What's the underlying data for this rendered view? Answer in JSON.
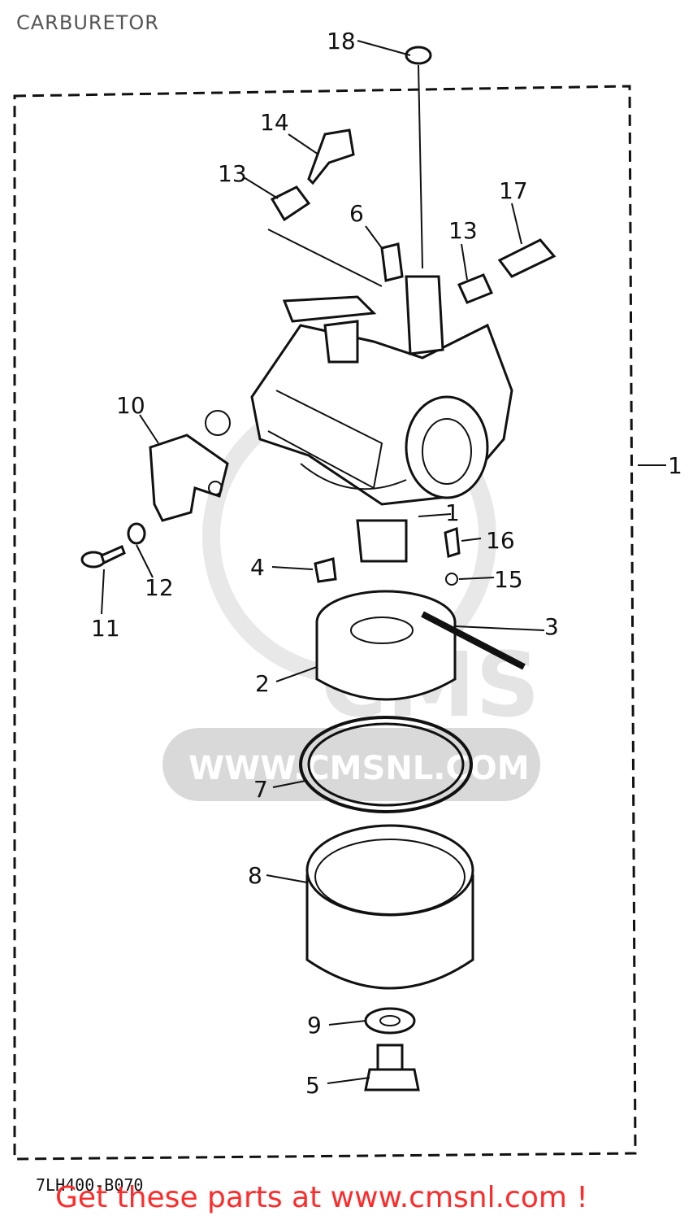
{
  "title": "CARBURETOR",
  "diagram_code": "7LH400-B070",
  "watermark_text": "WWW.CMSNL.COM",
  "watermark_logo": "CMS",
  "cta": "Get these parts at www.cmsnl.com !",
  "callouts": {
    "c1": "1",
    "c2": "2",
    "c3": "3",
    "c4": "4",
    "c5": "5",
    "c6": "6",
    "c7": "7",
    "c8": "8",
    "c9": "9",
    "c10": "10",
    "c11": "11",
    "c12": "12",
    "c13a": "13",
    "c13b": "13",
    "c14": "14",
    "c15": "15",
    "c16": "16",
    "c17": "17",
    "c18": "18",
    "c1b": "1"
  },
  "colors": {
    "cta": "#ff2a2a",
    "title": "#555555",
    "watermark": "#d9d9d9"
  }
}
